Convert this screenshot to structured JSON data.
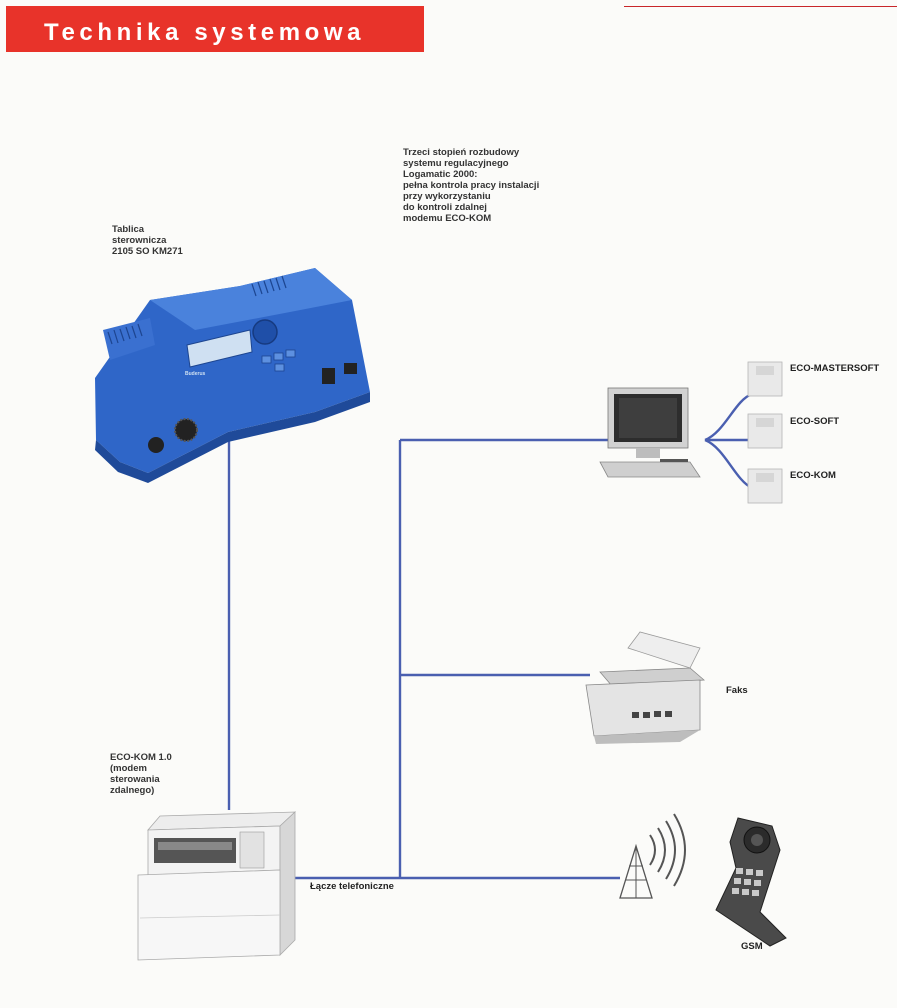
{
  "header": {
    "title": "Technika systemowa"
  },
  "intro": {
    "lines": [
      "Trzeci stopień rozbudowy",
      "systemu regulacyjnego",
      "Logamatic 2000:",
      "pełna kontrola pracy instalacji",
      "przy wykorzystaniu",
      "do kontroli zdalnej",
      "modemu ECO-KOM"
    ]
  },
  "control_panel": {
    "caption_lines": [
      "Tablica",
      "sterownicza",
      "2105 SO KM271"
    ],
    "brand": "Buderus"
  },
  "modem": {
    "caption_lines": [
      "ECO-KOM 1.0",
      "(modem",
      "sterowania",
      "zdalnego)"
    ]
  },
  "phone_line": {
    "label": "Łącze telefoniczne"
  },
  "software": {
    "items": [
      {
        "label": "ECO-MASTERSOFT"
      },
      {
        "label": "ECO-SOFT"
      },
      {
        "label": "ECO-KOM"
      }
    ]
  },
  "fax": {
    "label": "Faks"
  },
  "gsm": {
    "label": "GSM"
  },
  "colors": {
    "accent_red": "#e8332a",
    "connection_blue": "#4a5fb0",
    "device_blue": "#2f66c8"
  }
}
